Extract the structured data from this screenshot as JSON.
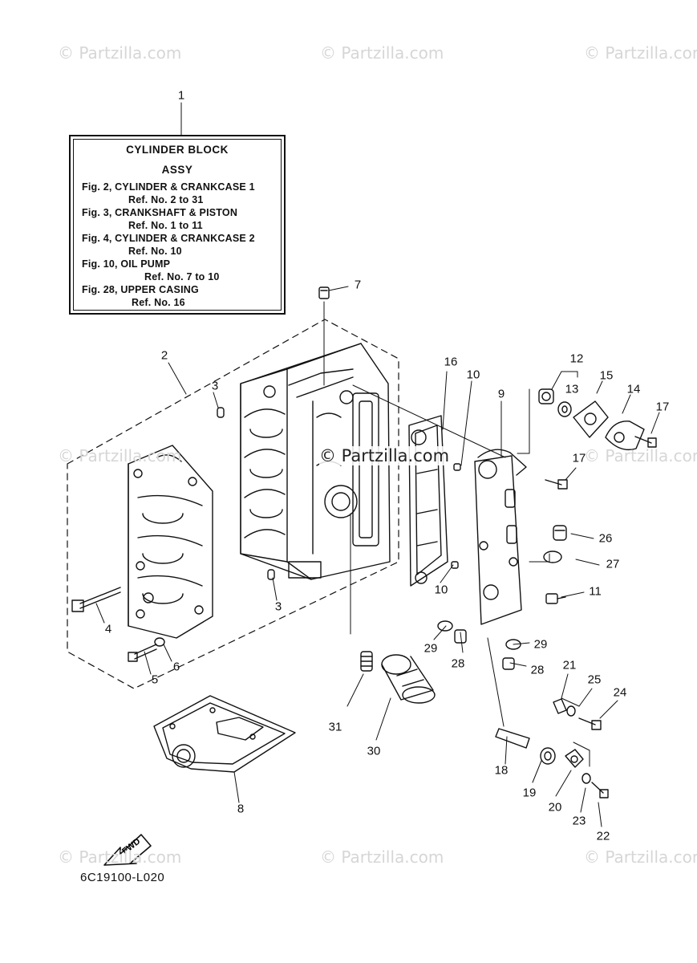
{
  "legend": {
    "title": "CYLINDER BLOCK",
    "subtitle": "ASSY",
    "lines": [
      "Fig. 2, CYLINDER & CRANKCASE 1",
      "Ref. No. 2 to 31",
      "Fig. 3, CRANKSHAFT & PISTON",
      "Ref. No. 1 to 11",
      "Fig. 4, CYLINDER & CRANKCASE 2",
      "Ref. No. 10",
      "Fig. 10, OIL PUMP",
      "Ref. No. 7 to 10",
      "Fig. 28, UPPER CASING",
      "Ref. No. 16"
    ]
  },
  "watermark": "© Partzilla.com",
  "watermark_center": "© Partzilla.com",
  "fwd_label": "FWD",
  "diagram_code": "6C19100-L020",
  "callouts": [
    "1",
    "2",
    "3",
    "3",
    "4",
    "5",
    "6",
    "7",
    "8",
    "9",
    "10",
    "10",
    "11",
    "12",
    "13",
    "14",
    "15",
    "16",
    "17",
    "17",
    "18",
    "19",
    "20",
    "21",
    "22",
    "23",
    "24",
    "25",
    "26",
    "27",
    "28",
    "28",
    "29",
    "29",
    "30",
    "31"
  ]
}
